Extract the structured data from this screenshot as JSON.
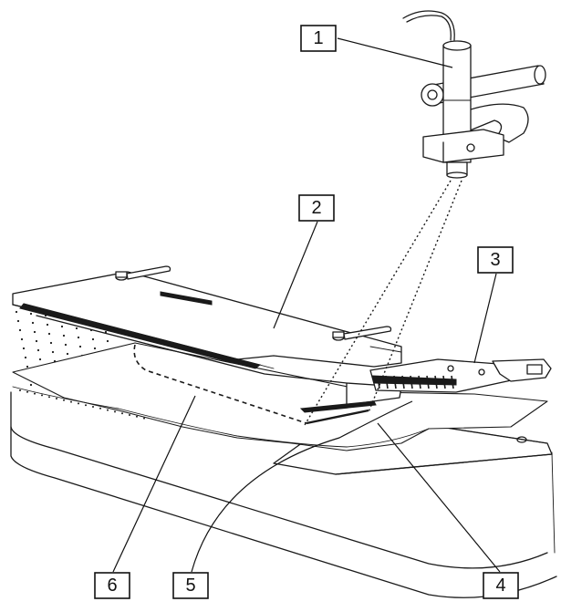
{
  "callouts": [
    {
      "id": "1",
      "label": "1"
    },
    {
      "id": "2",
      "label": "2"
    },
    {
      "id": "3",
      "label": "3"
    },
    {
      "id": "4",
      "label": "4"
    },
    {
      "id": "5",
      "label": "5"
    },
    {
      "id": "6",
      "label": "6"
    }
  ],
  "colors": {
    "ink": "#1a1a1a",
    "background": "#ffffff",
    "panel_fill": "#f2f2f2"
  }
}
